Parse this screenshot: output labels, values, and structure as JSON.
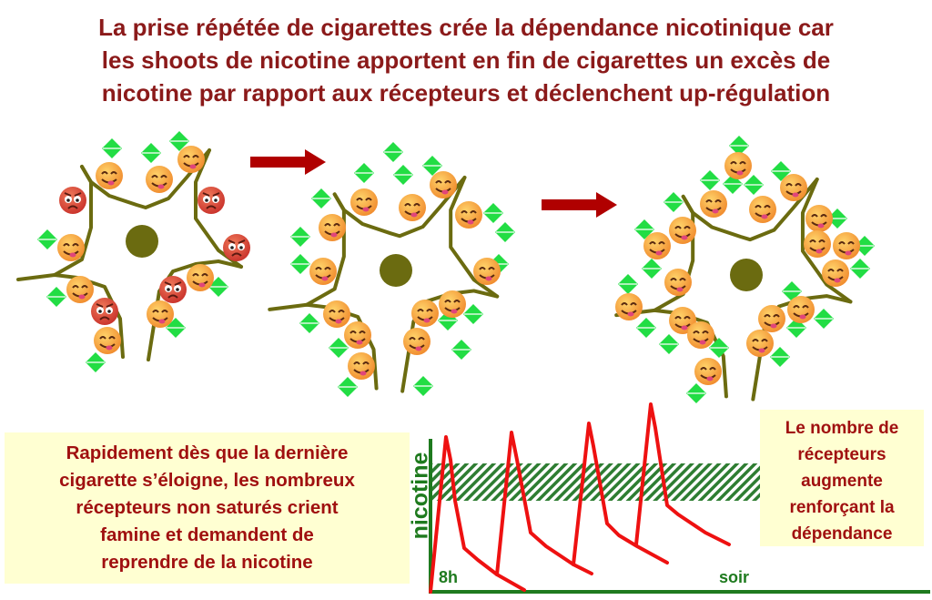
{
  "title": {
    "lines": [
      "La prise répétée de cigarettes crée la dépendance nicotinique car",
      "les shoots de nicotine apportent en fin de cigarettes un excès de",
      "nicotine par rapport aux récepteurs et déclenchent up-régulation"
    ]
  },
  "left_box": {
    "lines": [
      "Rapidement dès que la dernière",
      "cigarette s’éloigne, les nombreux",
      "récepteurs non saturés crient",
      "famine et demandent de",
      "reprendre de la nicotine"
    ]
  },
  "right_box": {
    "lines": [
      "Le nombre de",
      "récepteurs",
      "augmente",
      "renforçant la",
      "dépendance"
    ]
  },
  "graph": {
    "y_label": "nicotine",
    "x_start_label": "8h",
    "x_end_label": "soir"
  },
  "colors": {
    "title": "#8B1A1A",
    "arrow": "#B00000",
    "neuron": "#6B6B10",
    "nicotine": "#22DD44",
    "curve": "#EE1111",
    "axis": "#1E7A1E"
  }
}
